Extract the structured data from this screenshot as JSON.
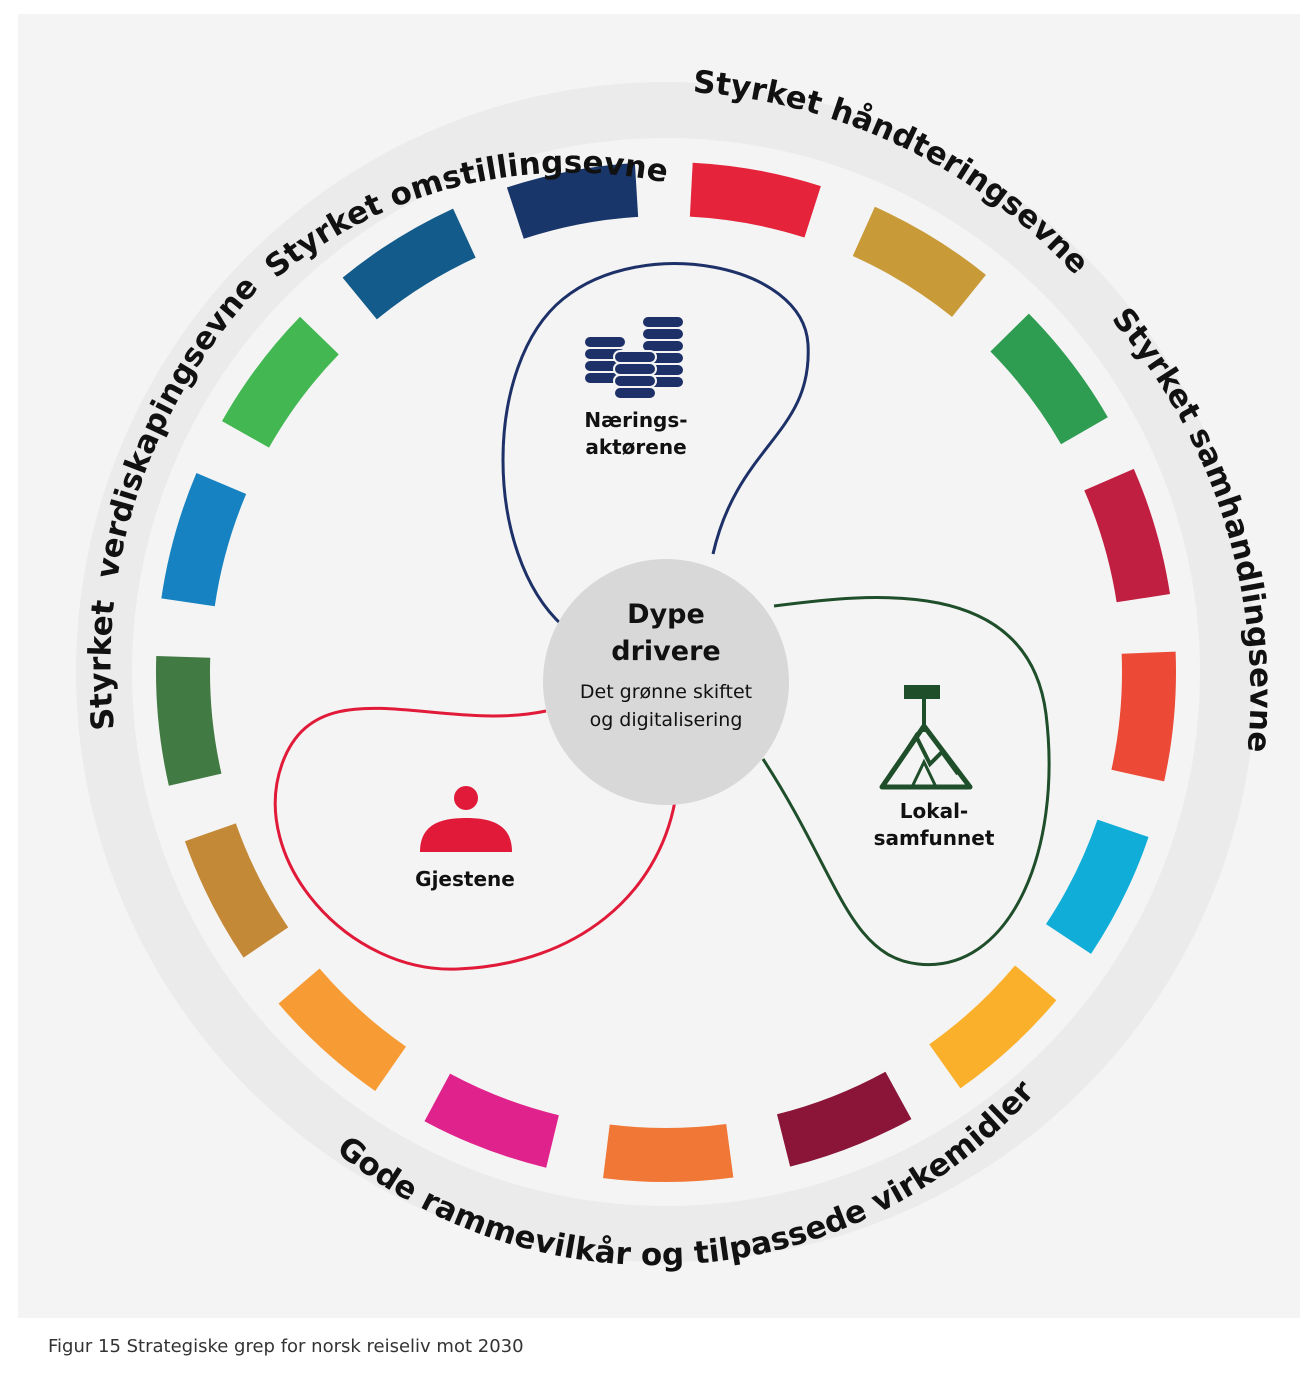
{
  "ring_labels": [
    {
      "id": "omstilling",
      "text": "Styrket omstillingsevne"
    },
    {
      "id": "handtering",
      "text": "Styrket håndteringsevne"
    },
    {
      "id": "samhandling",
      "text": "Styrket samhandlingsevne"
    },
    {
      "id": "verdiskaping",
      "text": "Styrket  verdiskapingsevne"
    },
    {
      "id": "rammevilkar",
      "text": "Gode rammevilkår og tilpassede virkemidler"
    }
  ],
  "center": {
    "title_line1": "Dype",
    "title_line2": "drivere",
    "subtitle_line1": "Det grønne skiftet",
    "subtitle_line2": "og digitalisering"
  },
  "actors": {
    "naering": {
      "line1": "Nærings-",
      "line2": "aktørene",
      "icon": "coin-stacks-icon",
      "color": "#1d3168"
    },
    "lokal": {
      "line1": "Lokal-",
      "line2": "samfunnet",
      "icon": "mountain-flag-icon",
      "color": "#1f4e2a"
    },
    "gjest": {
      "line1": "Gjestene",
      "icon": "person-icon",
      "color": "#e01a38"
    }
  },
  "segment_colors": [
    "#e5243b",
    "#c99a38",
    "#2e9d52",
    "#c11f42",
    "#ec4a37",
    "#0fadd8",
    "#fbb02c",
    "#8a1538",
    "#f07736",
    "#e0238c",
    "#f79b34",
    "#c48936",
    "#427a43",
    "#1682c1",
    "#43b852",
    "#135b8a",
    "#19366b"
  ],
  "caption": "Figur 15 Strategiske grep for norsk reiseliv mot 2030"
}
